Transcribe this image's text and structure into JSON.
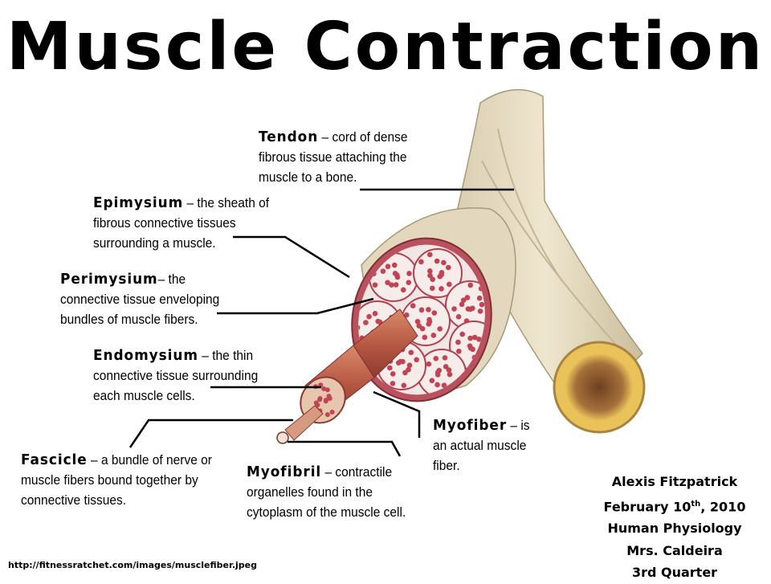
{
  "title": "Muscle Contraction",
  "labels": {
    "tendon": {
      "term": "Tendon",
      "desc": " – cord of dense fibrous tissue attaching the muscle to a bone."
    },
    "epimysium": {
      "term": "Epimysium",
      "desc": " – the sheath of fibrous connective tissues surrounding a muscle."
    },
    "perimysium": {
      "term": "Perimysium",
      "desc": "– the connective tissue enveloping bundles of muscle fibers."
    },
    "endomysium": {
      "term": "Endomysium",
      "desc": " – the thin connective tissue surrounding each muscle cells."
    },
    "fascicle": {
      "term": "Fascicle",
      "desc": " – a bundle of nerve or muscle fibers bound together by connective tissues."
    },
    "myofibril": {
      "term": "Myofibril",
      "desc": " – contractile organelles found in the cytoplasm of the muscle cell."
    },
    "myofiber": {
      "term": "Myofiber",
      "desc": " – is an actual muscle fiber."
    }
  },
  "credits": {
    "name": "Alexis Fitzpatrick",
    "date_prefix": "February 10",
    "date_sup": "th",
    "date_suffix": ", 2010",
    "course": "Human Physiology",
    "teacher": "Mrs. Caldeira",
    "quarter": "3rd Quarter"
  },
  "source": "http://fitnessratchet.com/images/musclefiber.jpeg",
  "colors": {
    "tendon": "#e6dcc0",
    "epimysium": "#b9525c",
    "fascicle_fill": "#f2e6e4",
    "fiber_spot": "#c04454",
    "bone_marrow": "#8a5a2e",
    "bone_yellow": "#e9c25a"
  }
}
